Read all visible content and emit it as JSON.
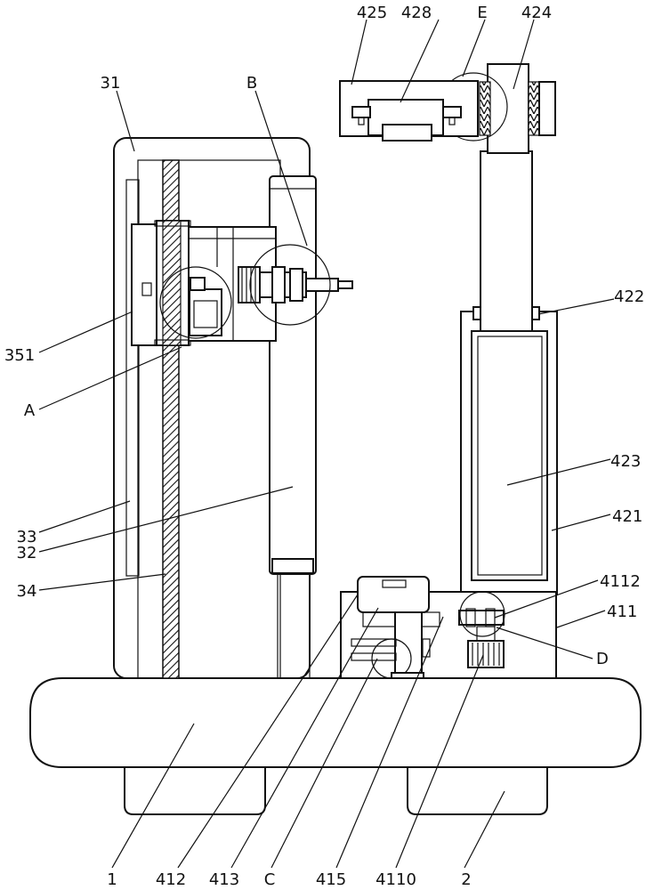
{
  "labels": {
    "l425": "425",
    "l428": "428",
    "lE": "E",
    "l424": "424",
    "l31": "31",
    "lB": "B",
    "l422": "422",
    "l351": "351",
    "lA": "A",
    "l423": "423",
    "l421": "421",
    "l33": "33",
    "l32": "32",
    "l34": "34",
    "l4112": "4112",
    "l411": "411",
    "lD": "D",
    "l1": "1",
    "l412": "412",
    "l413": "413",
    "lC": "C",
    "l415": "415",
    "l4110": "4110",
    "l2": "2"
  }
}
